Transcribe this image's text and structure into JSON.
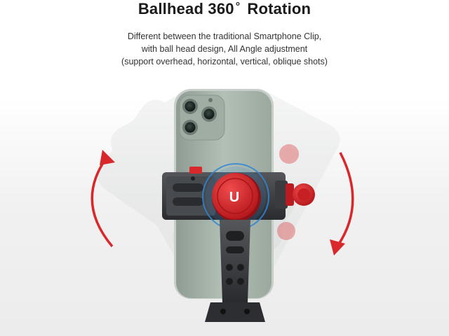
{
  "header": {
    "title": "Ballhead 360",
    "degree_symbol": "°",
    "title_suffix": "Rotation",
    "lines": [
      "Different between the traditional Smartphone Clip,",
      "with ball head design, All Angle adjustment",
      "(support overhead, horizontal, vertical, oblique shots)"
    ]
  },
  "product": {
    "logo_letter": "U"
  },
  "colors": {
    "accent_red": "#d8282c",
    "phone_green": "#a9b7ad",
    "clamp_dark": "#3a3b3e",
    "rotation_blue": "#2f86d6"
  }
}
